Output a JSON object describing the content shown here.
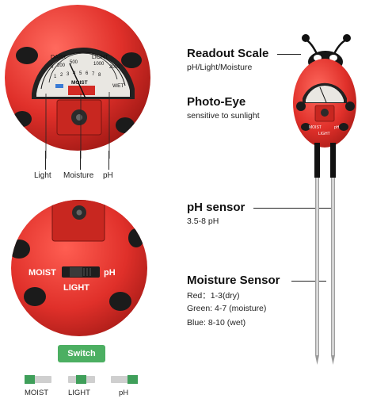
{
  "colors": {
    "ladybug_red": "#e0302a",
    "switch_green": "#4caf62",
    "knob_green": "#3f9f5a"
  },
  "top_view": {
    "dial_words": {
      "dark": "DARK",
      "light": "LIGHT",
      "moist": "MOIST",
      "wet": "WET"
    },
    "lux_ticks": [
      "0",
      "200",
      "500",
      "1000",
      "2000"
    ],
    "digits": [
      "1",
      "2",
      "3",
      "4",
      "5",
      "6",
      "7",
      "8"
    ],
    "callouts": {
      "light": "Light",
      "moisture": "Moisture",
      "ph": "pH"
    }
  },
  "side_view": {
    "moist": "MOIST",
    "light": "LIGHT",
    "ph": "pH"
  },
  "switch": {
    "title": "Switch",
    "positions": [
      {
        "label": "MOIST",
        "knob": "left"
      },
      {
        "label": "LIGHT",
        "knob": "center"
      },
      {
        "label": "pH",
        "knob": "right"
      }
    ]
  },
  "annotations": [
    {
      "title": "Readout Scale",
      "desc": [
        "pH/Light/Moisture"
      ]
    },
    {
      "title": "Photo-Eye",
      "desc": [
        "sensitive to sunlight"
      ]
    },
    {
      "title": "pH sensor",
      "desc": [
        "3.5-8 pH"
      ]
    },
    {
      "title": "Moisture Sensor",
      "desc": [
        "Red：1-3(dry)",
        "Green: 4-7 (moisture)",
        "Blue: 8-10 (wet)"
      ]
    }
  ],
  "device": {
    "face_labels": {
      "moist": "MOIST",
      "ph": "pH",
      "light": "LIGHT"
    }
  }
}
